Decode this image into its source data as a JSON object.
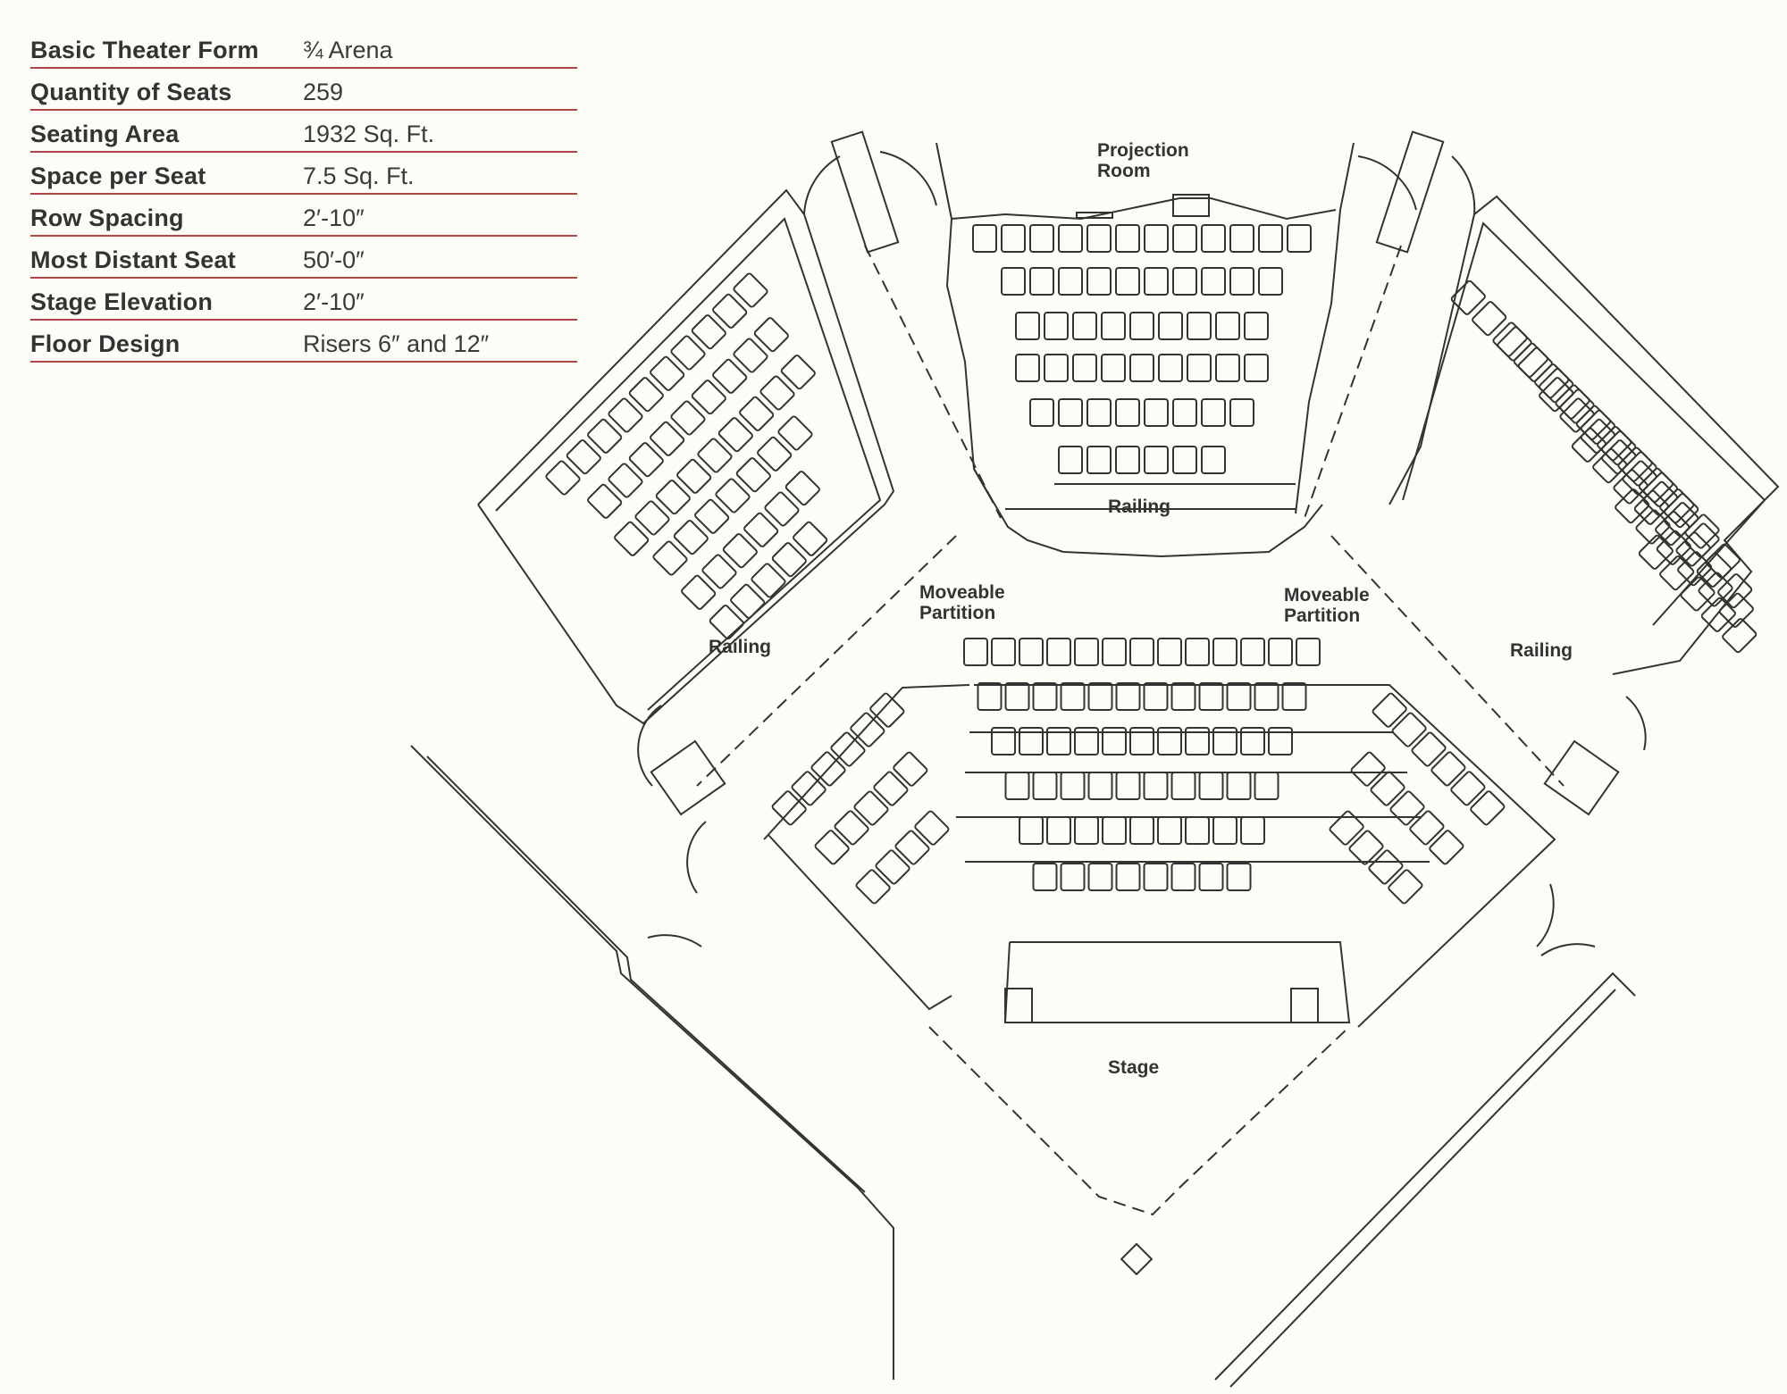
{
  "specs": [
    {
      "label": "Basic Theater Form",
      "value": "¾ Arena"
    },
    {
      "label": "Quantity of Seats",
      "value": "259"
    },
    {
      "label": "Seating Area",
      "value": "1932 Sq. Ft."
    },
    {
      "label": "Space per Seat",
      "value": "7.5 Sq. Ft."
    },
    {
      "label": "Row Spacing",
      "value": "2′-10″"
    },
    {
      "label": "Most Distant Seat",
      "value": "50′-0″"
    },
    {
      "label": "Stage Elevation",
      "value": "2′-10″"
    },
    {
      "label": "Floor Design",
      "value": "Risers 6″ and 12″"
    }
  ],
  "plan": {
    "projection_room": [
      "Projection",
      "Room"
    ],
    "railing_top": "Railing",
    "railing_left": "Railing",
    "railing_right": "Railing",
    "partition_left": [
      "Moveable",
      "Partition"
    ],
    "partition_right": [
      "Moveable",
      "Partition"
    ],
    "stage": "Stage"
  },
  "colors": {
    "rule": "#b0454a",
    "ink": "#333333",
    "paper": "#fdfdf7"
  }
}
